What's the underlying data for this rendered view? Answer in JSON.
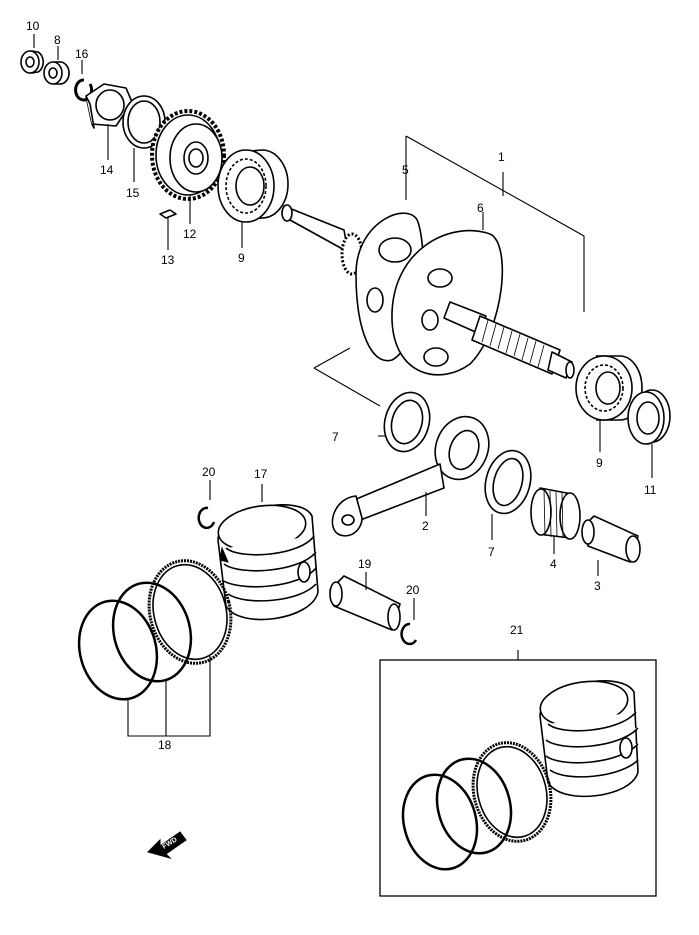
{
  "diagram": {
    "callouts": {
      "c1": "1",
      "c2": "2",
      "c3": "3",
      "c4": "4",
      "c5": "5",
      "c6": "6",
      "c7a": "7",
      "c7b": "7",
      "c8": "8",
      "c9a": "9",
      "c9b": "9",
      "c10": "10",
      "c11": "11",
      "c12": "12",
      "c13": "13",
      "c14": "14",
      "c15": "15",
      "c16": "16",
      "c17": "17",
      "c18": "18",
      "c19": "19",
      "c20a": "20",
      "c20b": "20",
      "c21": "21"
    },
    "fwd_label": "FWD"
  }
}
